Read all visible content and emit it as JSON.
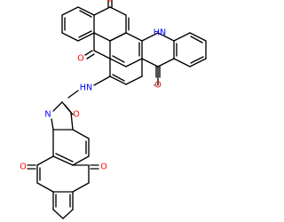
{
  "molecule": {
    "atoms": {
      "o_top": {
        "symbol": "O",
        "color": "#ff0000"
      },
      "o_left": {
        "symbol": "O",
        "color": "#ff0000"
      },
      "nh": {
        "symbol": "HN",
        "color": "#0000ff"
      },
      "o_right": {
        "symbol": "O",
        "color": "#ff0000"
      },
      "nh_link": {
        "symbol": "HN",
        "color": "#0000ff"
      },
      "n_oxazole": {
        "symbol": "N",
        "color": "#0000ff"
      },
      "o_oxazole": {
        "symbol": "O",
        "color": "#ff0000"
      },
      "o_bottom_left": {
        "symbol": "O",
        "color": "#ff0000"
      },
      "o_bottom_right": {
        "symbol": "O",
        "color": "#ff0000"
      }
    },
    "bond_color": "#000000"
  }
}
